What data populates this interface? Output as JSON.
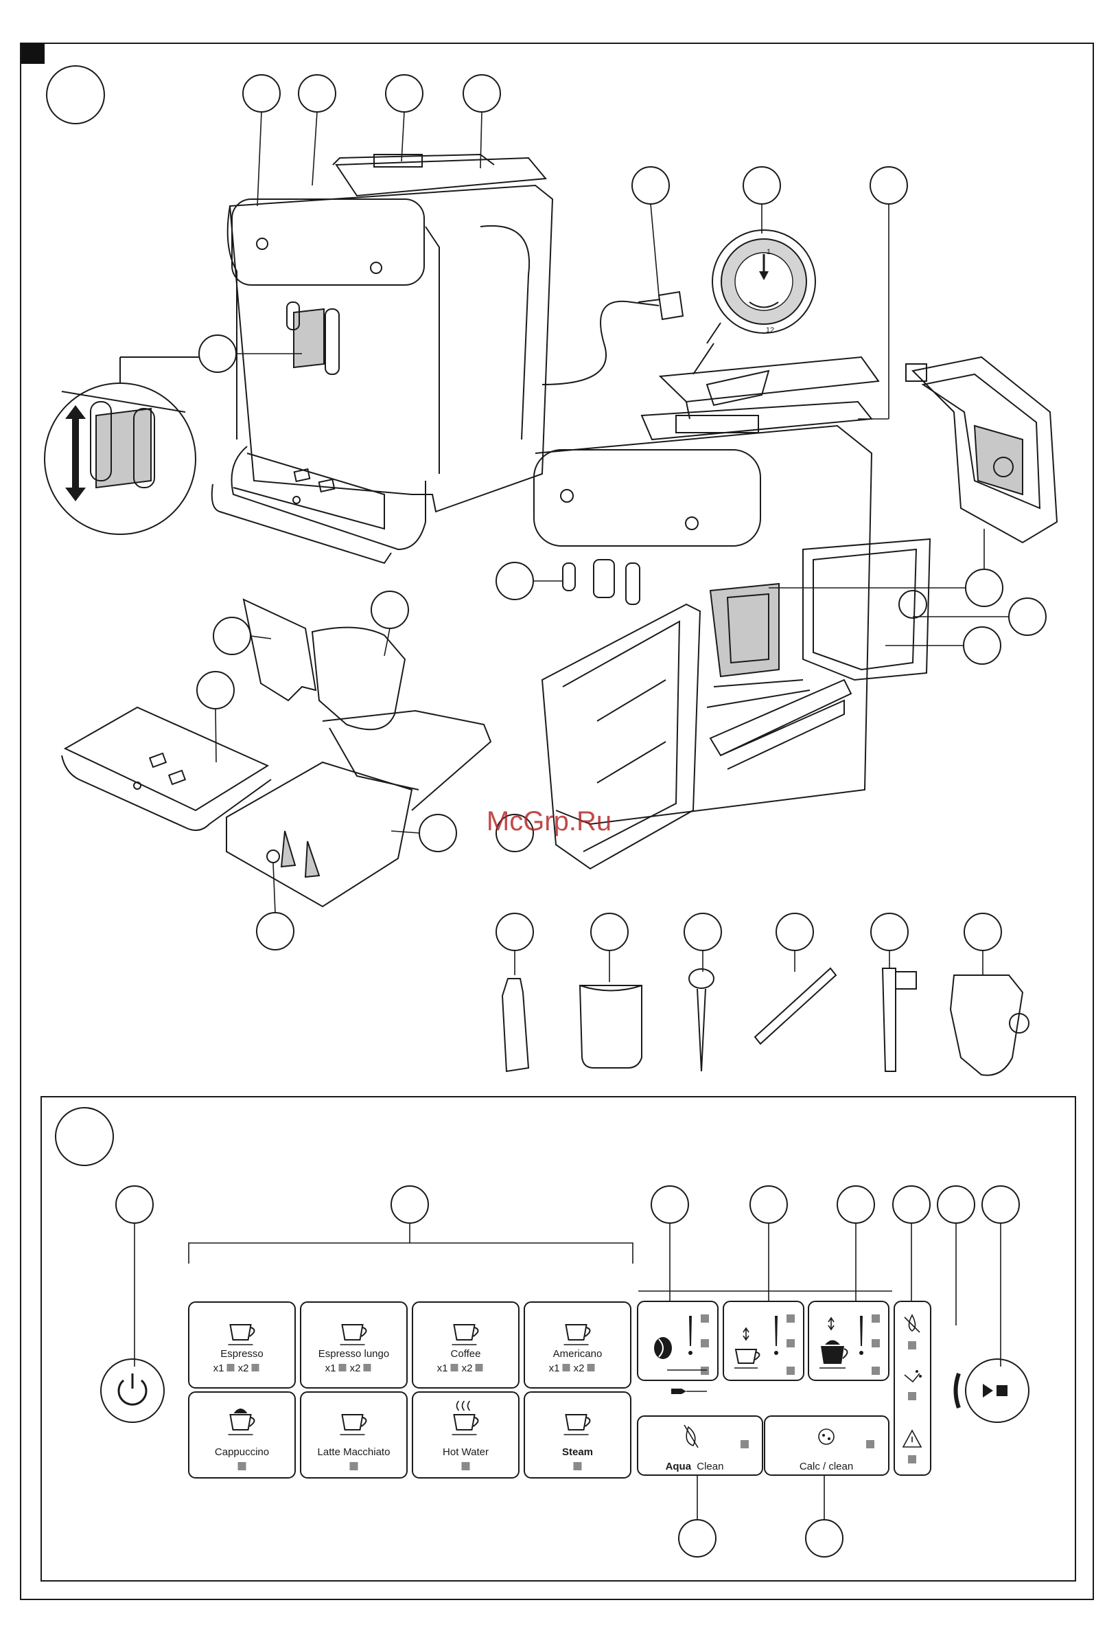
{
  "watermark": "McGrp.Ru",
  "panel": {
    "drinks": [
      {
        "label": "Espresso",
        "icon": "espresso-cup-icon",
        "x1": "x1",
        "x2": "x2"
      },
      {
        "label": "Espresso lungo",
        "icon": "espresso-lungo-cup-icon",
        "x1": "x1",
        "x2": "x2"
      },
      {
        "label": "Coffee",
        "icon": "coffee-cup-icon",
        "x1": "x1",
        "x2": "x2"
      },
      {
        "label": "Americano",
        "icon": "americano-mug-icon",
        "x1": "x1",
        "x2": "x2"
      },
      {
        "label": "Cappuccino",
        "icon": "cappuccino-cup-icon"
      },
      {
        "label": "Latte Macchiato",
        "icon": "latte-glass-icon"
      },
      {
        "label": "Hot Water",
        "icon": "hot-water-cup-icon"
      },
      {
        "label": "Steam",
        "icon": "steam-icon"
      }
    ],
    "aqua_bold": "Aqua",
    "aqua_rest": "Clean",
    "calc_label": "Calc / clean",
    "icons": {
      "power": "power-icon",
      "bean": "coffee-bean-icon",
      "scoop": "ground-coffee-scoop-icon",
      "no_water": "water-empty-icon",
      "grounds": "empty-grounds-icon",
      "warning": "warning-icon",
      "start_stop": "start-stop-icon"
    }
  }
}
